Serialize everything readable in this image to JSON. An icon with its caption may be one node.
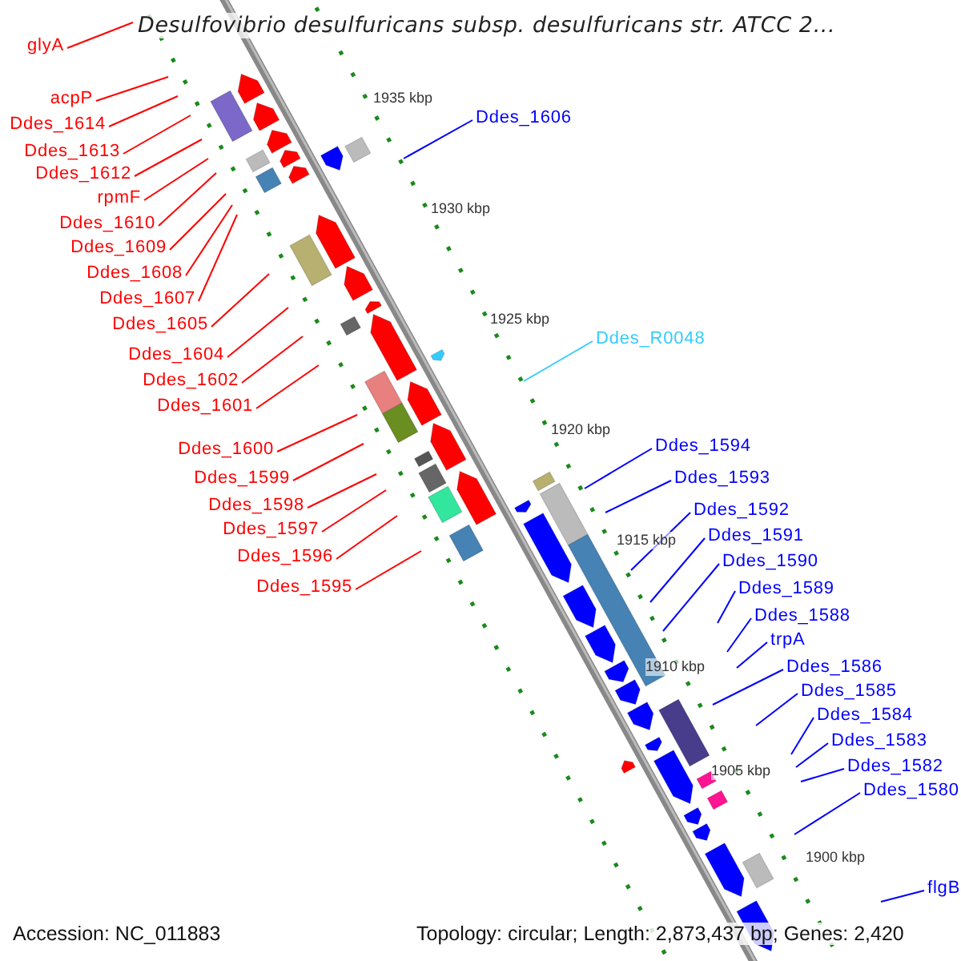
{
  "diagram": {
    "title": "Desulfovibrio desulfuricans subsp. desulfuricans str. ATCC 2...",
    "nodes": [
      {
        "text": [
          "glyA"
        ]
      },
      {
        "text": [
          "acpP"
        ]
      },
      {
        "text": [
          "Ddes_1614"
        ]
      },
      {
        "text": [
          "Ddes_1613"
        ]
      },
      {
        "text": [
          "Ddes_1612"
        ]
      },
      {
        "text": [
          "rpmF"
        ]
      },
      {
        "text": [
          "Ddes_1610"
        ]
      },
      {
        "text": [
          "Ddes_1609"
        ]
      },
      {
        "text": [
          "Ddes_1608"
        ]
      },
      {
        "text": [
          "Ddes_1607"
        ]
      },
      {
        "text": [
          "Ddes_1605"
        ]
      },
      {
        "text": [
          "Ddes_1604"
        ]
      },
      {
        "text": [
          "Ddes_1602"
        ]
      },
      {
        "text": [
          "Ddes_1601"
        ]
      },
      {
        "text": [
          "Ddes_1600"
        ]
      },
      {
        "text": [
          "Ddes_1599"
        ]
      },
      {
        "text": [
          "Ddes_1598"
        ]
      },
      {
        "text": [
          "Ddes_1597"
        ]
      },
      {
        "text": [
          "Ddes_1596"
        ]
      },
      {
        "text": [
          "Ddes_1595"
        ]
      },
      {
        "text": [
          "Ddes_1606"
        ]
      },
      {
        "text": [
          "Ddes_R0048"
        ]
      },
      {
        "text": [
          "Ddes_1594"
        ]
      },
      {
        "text": [
          "Ddes_1593"
        ]
      },
      {
        "text": [
          "Ddes_1592"
        ]
      },
      {
        "text": [
          "Ddes_1591"
        ]
      },
      {
        "text": [
          "Ddes_1590"
        ]
      },
      {
        "text": [
          "Ddes_1589"
        ]
      },
      {
        "text": [
          "Ddes_1588"
        ]
      },
      {
        "text": [
          "trpA"
        ]
      },
      {
        "text": [
          "Ddes_1586"
        ]
      },
      {
        "text": [
          "Ddes_1585"
        ]
      },
      {
        "text": [
          "Ddes_1584"
        ]
      },
      {
        "text": [
          "Ddes_1583"
        ]
      },
      {
        "text": [
          "Ddes_1582"
        ]
      },
      {
        "text": [
          "Ddes_1580"
        ]
      },
      {
        "text": [
          "flgB"
        ]
      }
    ],
    "edges": [
      {
        "from": 0,
        "to": null,
        "arrow": "none"
      },
      {
        "from": 1,
        "to": null,
        "arrow": "none"
      },
      {
        "from": 2,
        "to": null,
        "arrow": "none"
      },
      {
        "from": 3,
        "to": null,
        "arrow": "none"
      },
      {
        "from": 4,
        "to": null,
        "arrow": "none"
      },
      {
        "from": 5,
        "to": null,
        "arrow": "none"
      },
      {
        "from": 6,
        "to": null,
        "arrow": "none"
      },
      {
        "from": 7,
        "to": null,
        "arrow": "none"
      },
      {
        "from": 8,
        "to": null,
        "arrow": "none"
      },
      {
        "from": 9,
        "to": null,
        "arrow": "none"
      },
      {
        "from": 10,
        "to": null,
        "arrow": "none"
      },
      {
        "from": 11,
        "to": null,
        "arrow": "none"
      },
      {
        "from": 12,
        "to": null,
        "arrow": "none"
      },
      {
        "from": 13,
        "to": null,
        "arrow": "none"
      },
      {
        "from": 14,
        "to": null,
        "arrow": "none"
      },
      {
        "from": 15,
        "to": null,
        "arrow": "none"
      },
      {
        "from": 16,
        "to": null,
        "arrow": "none"
      },
      {
        "from": 17,
        "to": null,
        "arrow": "none"
      },
      {
        "from": 18,
        "to": null,
        "arrow": "none"
      },
      {
        "from": 19,
        "to": null,
        "arrow": "none"
      },
      {
        "from": 20,
        "to": null,
        "arrow": "none",
        "color": "#0000ff"
      },
      {
        "from": 21,
        "to": null,
        "arrow": "none",
        "color": "#33ccff"
      },
      {
        "from": 22,
        "to": null,
        "arrow": "none",
        "color": "#0000ff"
      },
      {
        "from": 23,
        "to": null,
        "arrow": "none",
        "color": "#0000ff"
      },
      {
        "from": 24,
        "to": null,
        "arrow": "none",
        "color": "#0000ff"
      },
      {
        "from": 25,
        "to": null,
        "arrow": "none",
        "color": "#0000ff"
      },
      {
        "from": 26,
        "to": null,
        "arrow": "none",
        "color": "#0000ff"
      },
      {
        "from": 27,
        "to": null,
        "arrow": "none",
        "color": "#0000ff"
      },
      {
        "from": 28,
        "to": null,
        "arrow": "none",
        "color": "#0000ff"
      },
      {
        "from": 29,
        "to": null,
        "arrow": "none",
        "color": "#0000ff"
      },
      {
        "from": 30,
        "to": null,
        "arrow": "none",
        "color": "#0000ff"
      },
      {
        "from": 31,
        "to": null,
        "arrow": "none",
        "color": "#0000ff"
      },
      {
        "from": 32,
        "to": null,
        "arrow": "none",
        "color": "#0000ff"
      },
      {
        "from": 33,
        "to": null,
        "arrow": "none",
        "color": "#0000ff"
      },
      {
        "from": 34,
        "to": null,
        "arrow": "none",
        "color": "#0000ff"
      },
      {
        "from": 35,
        "to": null,
        "arrow": "none",
        "color": "#0000ff"
      },
      {
        "from": 36,
        "to": null,
        "arrow": "none",
        "color": "#0000ff"
      }
    ],
    "labels": [
      "1935 kbp",
      "1930 kbp",
      "1925 kbp",
      "1920 kbp",
      "1915 kbp",
      "1910 kbp",
      "1905 kbp",
      "1900 kbp",
      "Accession: NC_011883",
      "Topology: circular; Length: 2,873,437 bp; Genes: 2,420"
    ]
  }
}
